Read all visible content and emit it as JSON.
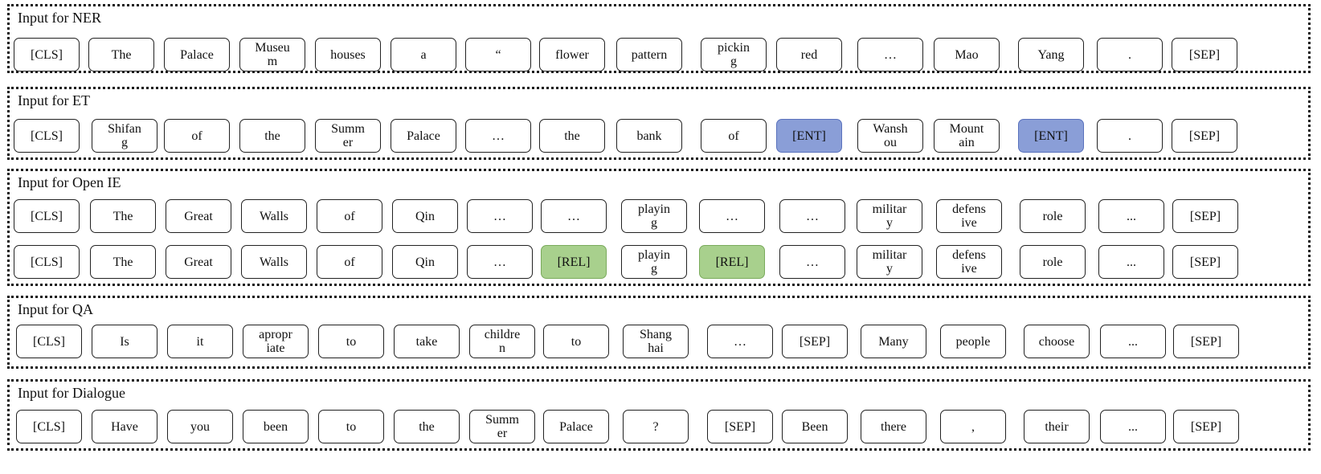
{
  "colors": {
    "entity_marker": "#8a9ed7",
    "relation_marker": "#a8d08d",
    "border": "#1a1a1a"
  },
  "panels": [
    {
      "title": "Input for NER",
      "rows": [
        [
          {
            "t": "[CLS]"
          },
          {
            "t": "The"
          },
          {
            "t": "Palace"
          },
          {
            "t": "Museu\nm"
          },
          {
            "t": "houses"
          },
          {
            "t": "a"
          },
          {
            "t": "“"
          },
          {
            "t": "flower"
          },
          {
            "t": "pattern"
          },
          {
            "t": "pickin\ng"
          },
          {
            "t": "red"
          },
          {
            "t": "…"
          },
          {
            "t": "Mao"
          },
          {
            "t": "Yang"
          },
          {
            "t": "."
          },
          {
            "t": "[SEP]"
          }
        ]
      ]
    },
    {
      "title": "Input for ET",
      "rows": [
        [
          {
            "t": "[CLS]"
          },
          {
            "t": "Shifan\ng"
          },
          {
            "t": "of"
          },
          {
            "t": "the"
          },
          {
            "t": "Summ\ner"
          },
          {
            "t": "Palace"
          },
          {
            "t": "…"
          },
          {
            "t": "the"
          },
          {
            "t": "bank"
          },
          {
            "t": "of"
          },
          {
            "t": "[ENT]",
            "k": "ent"
          },
          {
            "t": "Wansh\nou"
          },
          {
            "t": "Mount\nain"
          },
          {
            "t": "[ENT]",
            "k": "ent"
          },
          {
            "t": "."
          },
          {
            "t": "[SEP]"
          }
        ]
      ]
    },
    {
      "title": "Input for Open IE",
      "rows": [
        [
          {
            "t": "[CLS]"
          },
          {
            "t": "The"
          },
          {
            "t": "Great"
          },
          {
            "t": "Walls"
          },
          {
            "t": "of"
          },
          {
            "t": "Qin"
          },
          {
            "t": "…"
          },
          {
            "t": "…"
          },
          {
            "t": "playin\ng"
          },
          {
            "t": "…"
          },
          {
            "t": "…"
          },
          {
            "t": "militar\ny"
          },
          {
            "t": "defens\nive"
          },
          {
            "t": "role"
          },
          {
            "t": "..."
          },
          {
            "t": "[SEP]"
          }
        ],
        [
          {
            "t": "[CLS]"
          },
          {
            "t": "The"
          },
          {
            "t": "Great"
          },
          {
            "t": "Walls"
          },
          {
            "t": "of"
          },
          {
            "t": "Qin"
          },
          {
            "t": "…"
          },
          {
            "t": "[REL]",
            "k": "rel"
          },
          {
            "t": "playin\ng"
          },
          {
            "t": "[REL]",
            "k": "rel"
          },
          {
            "t": "…"
          },
          {
            "t": "militar\ny"
          },
          {
            "t": "defens\nive"
          },
          {
            "t": "role"
          },
          {
            "t": "..."
          },
          {
            "t": "[SEP]"
          }
        ]
      ]
    },
    {
      "title": "Input for QA",
      "rows": [
        [
          {
            "t": "[CLS]"
          },
          {
            "t": "Is"
          },
          {
            "t": "it"
          },
          {
            "t": "apropr\niate"
          },
          {
            "t": "to"
          },
          {
            "t": "take"
          },
          {
            "t": "childre\nn"
          },
          {
            "t": "to"
          },
          {
            "t": "Shang\nhai"
          },
          {
            "t": "…"
          },
          {
            "t": "[SEP]"
          },
          {
            "t": "Many"
          },
          {
            "t": "people"
          },
          {
            "t": "choose"
          },
          {
            "t": "..."
          },
          {
            "t": "[SEP]"
          }
        ]
      ]
    },
    {
      "title": "Input for Dialogue",
      "rows": [
        [
          {
            "t": "[CLS]"
          },
          {
            "t": "Have"
          },
          {
            "t": "you"
          },
          {
            "t": "been"
          },
          {
            "t": "to"
          },
          {
            "t": "the"
          },
          {
            "t": "Summ\ner"
          },
          {
            "t": "Palace"
          },
          {
            "t": "?"
          },
          {
            "t": "[SEP]"
          },
          {
            "t": "Been"
          },
          {
            "t": "there"
          },
          {
            "t": ","
          },
          {
            "t": "their"
          },
          {
            "t": "..."
          },
          {
            "t": "[SEP]"
          }
        ]
      ]
    }
  ]
}
